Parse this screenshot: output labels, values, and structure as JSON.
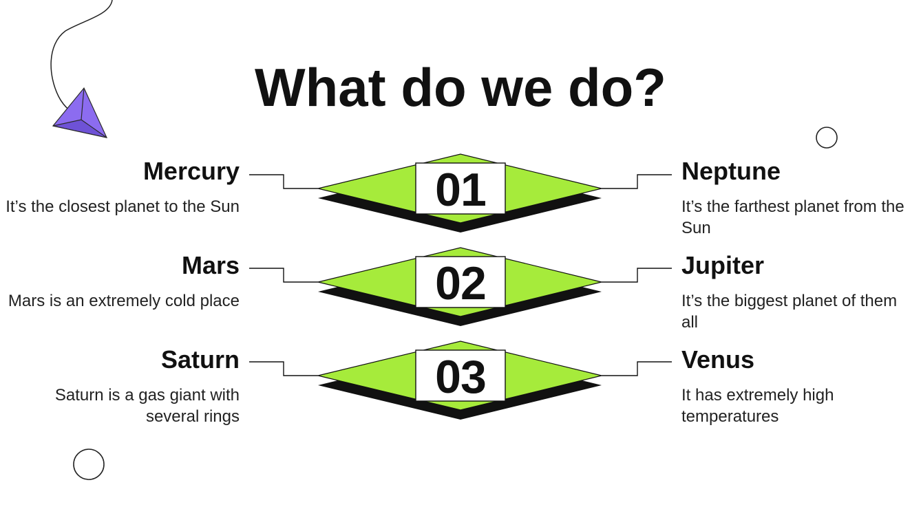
{
  "slide": {
    "title": "What do we do?",
    "colors": {
      "accent_green": "#a6eb3b",
      "accent_purple": "#8c6cf0",
      "ink": "#111111",
      "background": "#ffffff"
    },
    "steps": [
      {
        "number": "01",
        "left": {
          "heading": "Mercury",
          "description": "It’s the closest planet to the Sun"
        },
        "right": {
          "heading": "Neptune",
          "description": "It’s the farthest planet from the Sun"
        }
      },
      {
        "number": "02",
        "left": {
          "heading": "Mars",
          "description": "Mars is an extremely cold place"
        },
        "right": {
          "heading": "Jupiter",
          "description": "It’s the biggest planet of them all"
        }
      },
      {
        "number": "03",
        "left": {
          "heading": "Saturn",
          "description": "Saturn is a gas giant with several rings"
        },
        "right": {
          "heading": "Venus",
          "description": "It has extremely high temperatures"
        }
      }
    ],
    "decorations": [
      "paper-plane-icon",
      "circle-outline-icon"
    ]
  }
}
